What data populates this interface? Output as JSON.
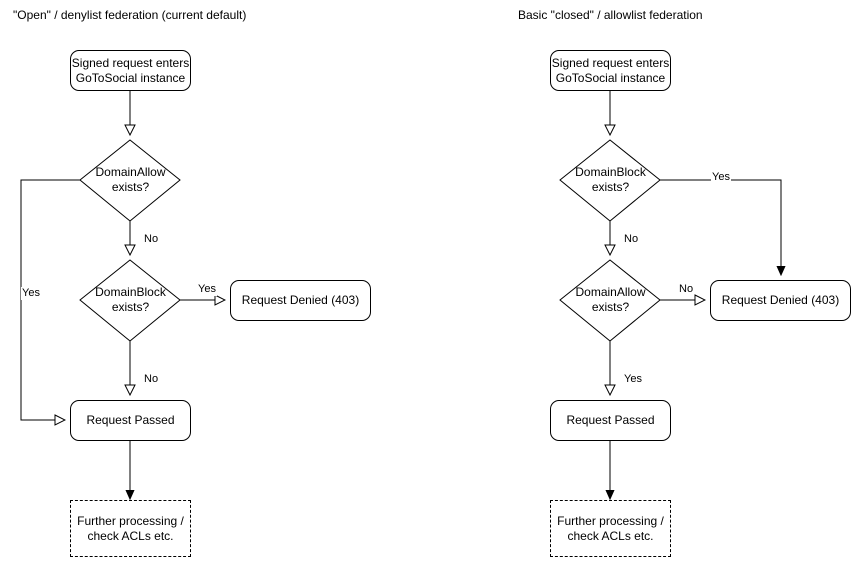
{
  "diagram": {
    "type": "flowchart",
    "title_left": "\"Open\" / denylist federation (current default)",
    "title_right": "Basic \"closed\" / allowlist federation",
    "stroke_color": "#000000",
    "background_color": "#ffffff",
    "panels": [
      {
        "id": "denylist",
        "title": "\"Open\" / denylist federation (current default)",
        "nodes": {
          "start": "Signed request enters\nGoToSocial instance",
          "start_line1": "Signed request enters",
          "start_line2": "GoToSocial instance",
          "decision1_line1": "DomainAllow",
          "decision1_line2": "exists?",
          "decision2_line1": "DomainBlock",
          "decision2_line2": "exists?",
          "denied": "Request Denied (403)",
          "passed": "Request Passed",
          "further_line1": "Further processing /",
          "further_line2": "check ACLs etc."
        },
        "edge_labels": {
          "allow_yes": "Yes",
          "allow_no": "No",
          "block_yes": "Yes",
          "block_no": "No"
        }
      },
      {
        "id": "allowlist",
        "title": "Basic \"closed\" / allowlist federation",
        "nodes": {
          "start_line1": "Signed request enters",
          "start_line2": "GoToSocial instance",
          "decision1_line1": "DomainBlock",
          "decision1_line2": "exists?",
          "decision2_line1": "DomainAllow",
          "decision2_line2": "exists?",
          "denied": "Request Denied (403)",
          "passed": "Request Passed",
          "further_line1": "Further processing /",
          "further_line2": "check ACLs etc."
        },
        "edge_labels": {
          "block_yes": "Yes",
          "block_no": "No",
          "allow_no": "No",
          "allow_yes": "Yes"
        }
      }
    ]
  }
}
